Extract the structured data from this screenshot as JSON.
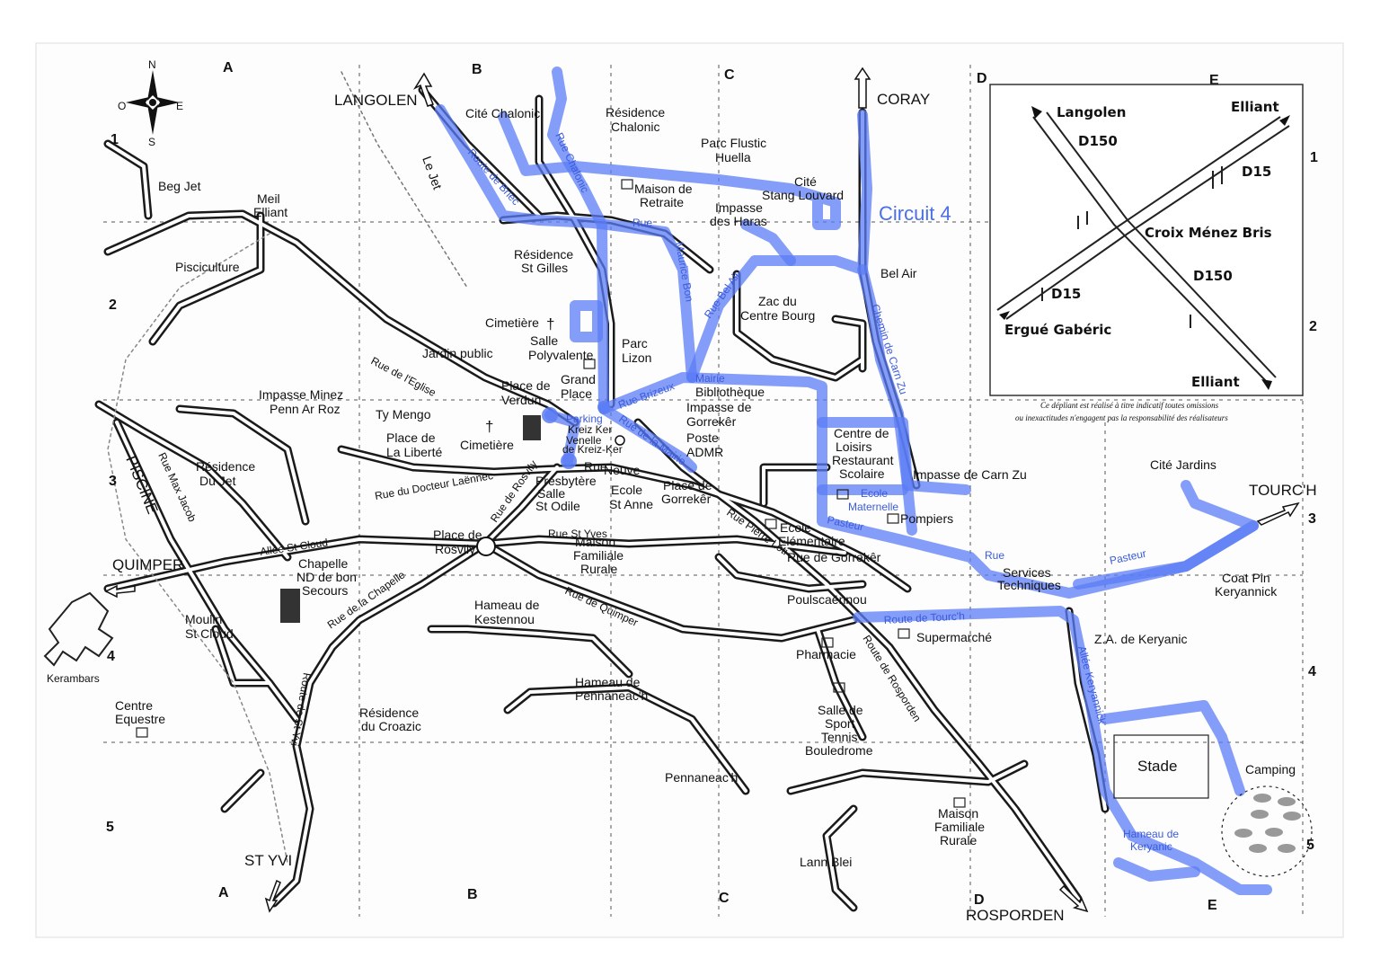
{
  "colors": {
    "route": "#5b7cf5",
    "road": "#1a1a1a",
    "grid": "#555555",
    "ink": "#111111"
  },
  "compass": {
    "n": "N",
    "s": "S",
    "e": "E",
    "w": "O"
  },
  "grid": {
    "columns": [
      "A",
      "B",
      "C",
      "D",
      "E"
    ],
    "rows": [
      "1",
      "2",
      "3",
      "4",
      "5"
    ]
  },
  "circuit_label": "Circuit 4",
  "directions": {
    "langolen": "LANGOLEN",
    "coray": "CORAY",
    "quimper": "QUIMPER",
    "tourch": "TOURC'H",
    "st_yvi": "ST YVI",
    "rosporden": "ROSPORDEN"
  },
  "places": {
    "beg_jet": "Beg Jet",
    "meil_elliant_1": "Meil",
    "meil_elliant_2": "Elliant",
    "pisciculture": "Pisciculture",
    "le_jet": "Le Jet",
    "cite_chalonic": "Cité Chalonic",
    "residence_chalonic_1": "Résidence",
    "residence_chalonic_2": "Chalonic",
    "maison_retraite_1": "Maison de",
    "maison_retraite_2": "Retraite",
    "parc_flustic_1": "Parc Flustic",
    "parc_flustic_2": "Huella",
    "cite_stang_1": "Cité",
    "cite_stang_2": "Stang Louvard",
    "impasse_haras_1": "Impasse",
    "impasse_haras_2": "des Haras",
    "residence_st_gilles_1": "Résidence",
    "residence_st_gilles_2": "St Gilles",
    "bel_air": "Bel Air",
    "zac_1": "Zac du",
    "zac_2": "Centre Bourg",
    "cimetiere_top": "Cimetière",
    "salle_poly_1": "Salle",
    "salle_poly_2": "Polyvalente",
    "parc_lizon_1": "Parc",
    "parc_lizon_2": "Lizon",
    "jardin_public": "Jardin public",
    "place_verdun_1": "Place de",
    "place_verdun_2": "Verdun",
    "grand_place_1": "Grand",
    "grand_place_2": "Place",
    "mairie": "Mairie",
    "bibliotheque": "Bibliothèque",
    "impasse_minez_1": "Impasse Minez",
    "impasse_minez_2": "Penn Ar Roz",
    "ty_mengo": "Ty Mengo",
    "impasse_gorreker_1": "Impasse de",
    "impasse_gorreker_2": "Gorrekêr",
    "poste_1": "Poste",
    "poste_2": "ADMR",
    "place_liberte_1": "Place de",
    "place_liberte_2": "La Liberté",
    "cimetiere_mid": "Cimetière",
    "residence_jet_1": "Résidence",
    "residence_jet_2": "Du Jet",
    "piscine": "PISCINE",
    "presbytere": "Presbytère",
    "salle_odile_1": "Salle",
    "salle_odile_2": "St Odile",
    "ecole_anne_1": "Ecole",
    "ecole_anne_2": "St Anne",
    "place_gorreker_1": "Place de",
    "place_gorreker_2": "Gorrekêr",
    "centre_loisirs_1": "Centre de",
    "centre_loisirs_2": "Loisirs",
    "centre_loisirs_3": "Restaurant",
    "centre_loisirs_4": "Scolaire",
    "impasse_carn_zu": "Impasse de Carn Zu",
    "ecole_mat_1": "Ecole",
    "ecole_mat_2": "Maternelle",
    "pompiers": "Pompiers",
    "cite_jardins": "Cité Jardins",
    "ecole_elem_1": "Ecole",
    "ecole_elem_2": "Elémentaire",
    "rue_gorreker": "Rue de Gorrekêr",
    "services_1": "Services",
    "services_2": "Techniques",
    "coat_pin_1": "Coat Pin",
    "coat_pin_2": "Keryannick",
    "place_rosvily_1": "Place de",
    "place_rosvily_2": "Rosvily",
    "chapelle_1": "Chapelle",
    "chapelle_2": "ND de bon",
    "chapelle_3": "Secours",
    "maison_fam_1": "Maison",
    "maison_fam_2": "Familiale",
    "maison_fam_3": "Rurale",
    "poulscaennou": "Poulscaënnou",
    "supermarche": "Supermarché",
    "za_keryanic": "Z.A. de Keryanic",
    "moulin_1": "Moulin",
    "moulin_2": "St Cloud",
    "hameau_kest_1": "Hameau de",
    "hameau_kest_2": "Kestennou",
    "pharmacie": "Pharmacie",
    "kerambars": "Kerambars",
    "centre_eq_1": "Centre",
    "centre_eq_2": "Equestre",
    "hameau_penn_1": "Hameau de",
    "hameau_penn_2": "Pennaneac'h",
    "residence_croazic_1": "Résidence",
    "residence_croazic_2": "du Croazic",
    "salle_sport_1": "Salle de",
    "salle_sport_2": "Sport",
    "salle_sport_3": "Tennis",
    "salle_sport_4": "Bouledrome",
    "stade": "Stade",
    "camping": "Camping",
    "pennaneach": "Pennaneac'h",
    "maison_fam2_1": "Maison",
    "maison_fam2_2": "Familiale",
    "maison_fam2_3": "Rurale",
    "hameau_kery_1": "Hameau de",
    "hameau_kery_2": "Keryanic",
    "lann_blei": "Lann Blei"
  },
  "streets": {
    "route_briec": "Route de Briec",
    "rue_chalonic": "Rue Chalonic",
    "rue_maurice_1": "Rue",
    "rue_maurice_2": "Maurice Bon",
    "rue_bel_air": "Rue Bel Air",
    "chemin_carn_zu": "Chemin de Carn Zu",
    "rue_eglise": "Rue de l'Eglise",
    "rue_brizeux": "Rue Brizeux",
    "rue_mairie": "Rue de la Mairie",
    "parking_1": "Parking",
    "parking_2": "Kreiz Ker",
    "parking_3": "Venelle",
    "parking_4": "de Kreiz-Ker",
    "rue_neuve_1": "Rue",
    "rue_neuve_2": "Neuve",
    "rue_docteur": "Rue du Docteur Laënnec",
    "rue_max_jacob": "Rue Max Jacob",
    "rue_rosvily": "Rue de Rosvily",
    "allee_st_cloud": "Allée St Cloud",
    "rue_st_yves": "Rue St Yves",
    "rue_pierre_loti": "Rue Pierre Loti",
    "rue_pasteur_1": "Rue",
    "rue_pasteur_2": "Pasteur",
    "rue_pasteur_3": "Pasteur",
    "rue_chapelle": "Rue de la Chapelle",
    "rue_quimper": "Rue de Quimper",
    "route_tourch": "Route de Tourc'h",
    "allee_keryannick": "Allée Keryannick",
    "route_st_yvi": "Route de St Yvi",
    "route_rosporden": "Route de Rosporden"
  },
  "inset": {
    "langolen": "Langolen",
    "elliant_top": "Elliant",
    "d150_top": "D150",
    "d15_top": "D15",
    "croix": "Croix Ménez Bris",
    "d150_bottom": "D150",
    "d15_bottom": "D15",
    "ergue": "Ergué Gabéric",
    "elliant_bottom": "Elliant"
  },
  "disclaimer": {
    "line1": "Ce dépliant est réalisé à titre indicatif toutes omissions",
    "line2": "ou inexactitudes n'engagent pas la responsabilité des réalisateurs"
  }
}
